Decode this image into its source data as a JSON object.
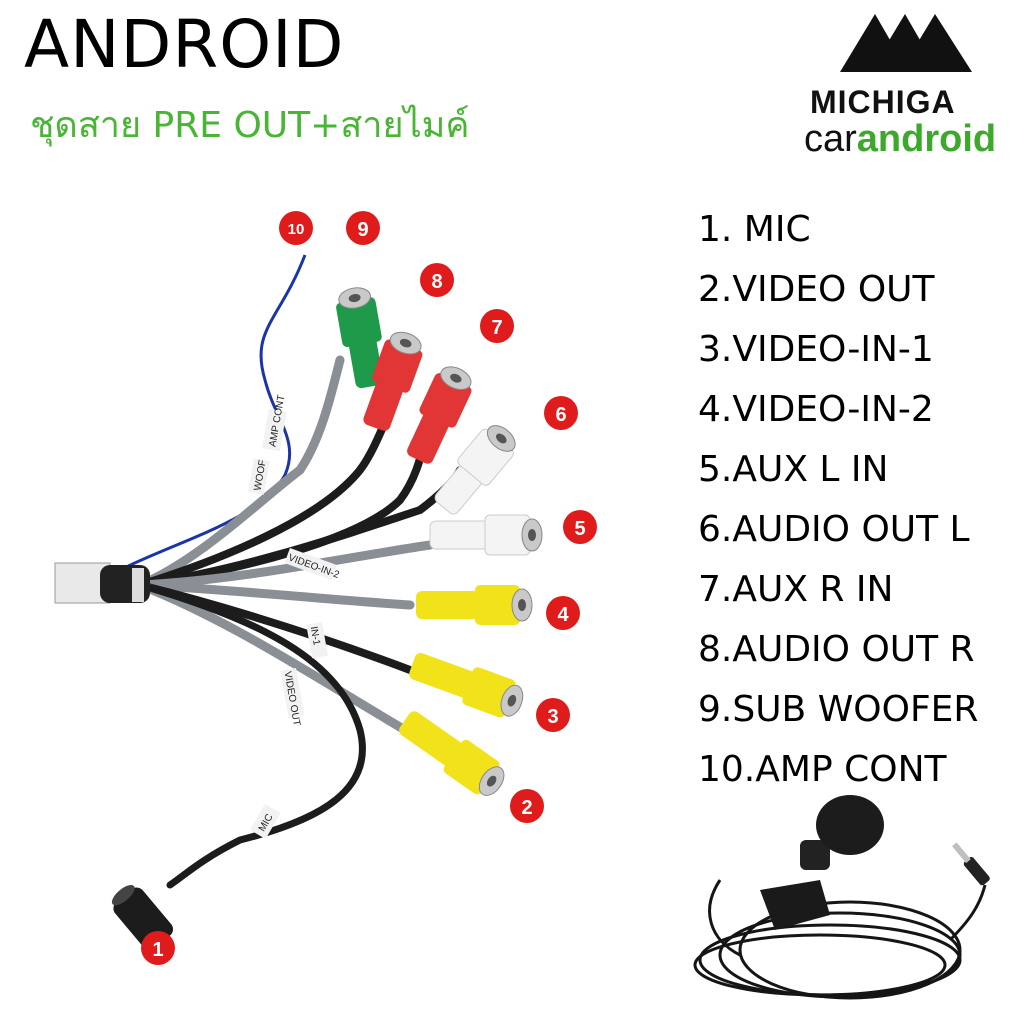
{
  "header": {
    "title": "ANDROID",
    "subtitle": "ชุดสาย PRE OUT+สายไมค์"
  },
  "brand": {
    "name": "MICHIGA",
    "sub_a": "car",
    "sub_b": "android",
    "accent": "#3ea82c"
  },
  "legend": [
    "1. MIC",
    "2.VIDEO OUT",
    "3.VIDEO-IN-1",
    "4.VIDEO-IN-2",
    "5.AUX L IN",
    "6.AUDIO OUT L",
    "7.AUX R IN",
    "8.AUDIO OUT R",
    "9.SUB WOOFER",
    "10.AMP CONT"
  ],
  "badges": [
    "1",
    "2",
    "3",
    "4",
    "5",
    "6",
    "7",
    "8",
    "9",
    "10"
  ],
  "cable_labels": {
    "amp": "AMP CONT",
    "woof": "WOOF",
    "video_in_2": "VIDEO-IN-2",
    "video_in_1": "IN-1",
    "video_out": "VIDEO OUT",
    "mic": "MIC"
  },
  "colors": {
    "badge": "#e01b1b",
    "green_connector": "#1f9a4a",
    "red_connector": "#e23535",
    "white_connector": "#f4f4f4",
    "yellow_connector": "#f2e21a",
    "grey_cable": "#8a8f95",
    "black_cable": "#1c1c1c",
    "blue_wire": "#1a35a8"
  }
}
